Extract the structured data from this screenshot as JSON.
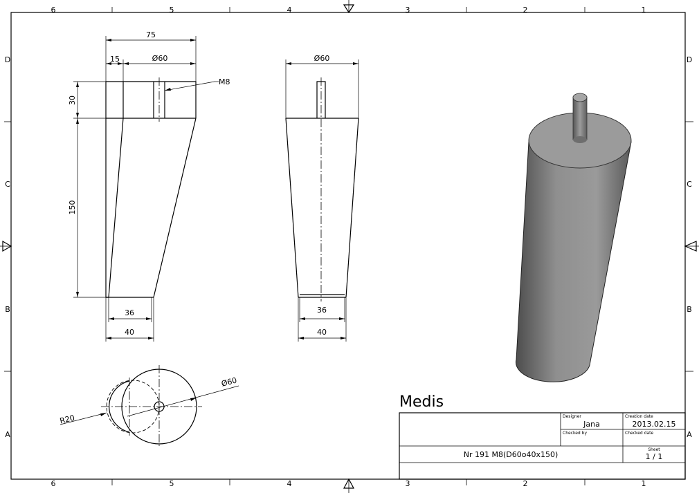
{
  "border": {
    "columns": [
      "6",
      "5",
      "4",
      "3",
      "2",
      "1"
    ],
    "rows": [
      "D",
      "C",
      "B",
      "A"
    ]
  },
  "front_view": {
    "dims": {
      "overall_width": "75",
      "offset": "15",
      "top_diameter": "Ø60",
      "thread": "M8",
      "thread_depth": "30",
      "height": "150",
      "bottom_inner": "36",
      "bottom_outer": "40"
    }
  },
  "side_view": {
    "dims": {
      "top_diameter": "Ø60",
      "bottom_inner": "36",
      "bottom_outer": "40"
    }
  },
  "bottom_view": {
    "dims": {
      "radius": "R20",
      "diameter": "Ø60"
    }
  },
  "title_block": {
    "company": "Medis",
    "designer_label": "Designer",
    "designer": "Jana",
    "creation_date_label": "Creation date",
    "creation_date": "2013.02.15",
    "checked_by_label": "Checked by",
    "checked_date_label": "Checked date",
    "part_name": "Nr 191 M8(D60o40x150)",
    "sheet_label": "Sheet",
    "sheet": "1 / 1"
  },
  "colors": {
    "line": "#000000",
    "model_body": "#8a8a8a",
    "model_top": "#9a9a9a"
  }
}
